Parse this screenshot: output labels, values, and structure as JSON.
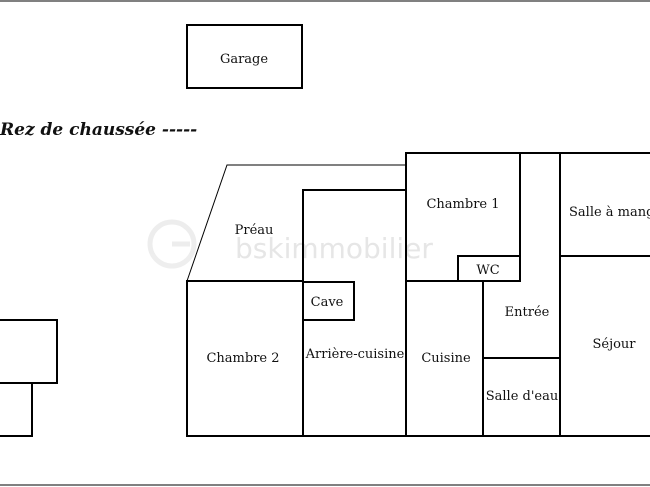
{
  "floor_title": "Rez de chaussée  -----",
  "watermark": "bskimmobilier",
  "rooms": {
    "garage": "Garage",
    "preau": "Préau",
    "chambre1": "Chambre 1",
    "salle_a_manger": "Salle à mang",
    "wc": "WC",
    "cave": "Cave",
    "entree": "Entrée",
    "chambre2": "Chambre 2",
    "arriere_cuisine": "Arrière-cuisine",
    "cuisine": "Cuisine",
    "sejour": "Séjour",
    "salle_d_eau": "Salle d'eau"
  }
}
